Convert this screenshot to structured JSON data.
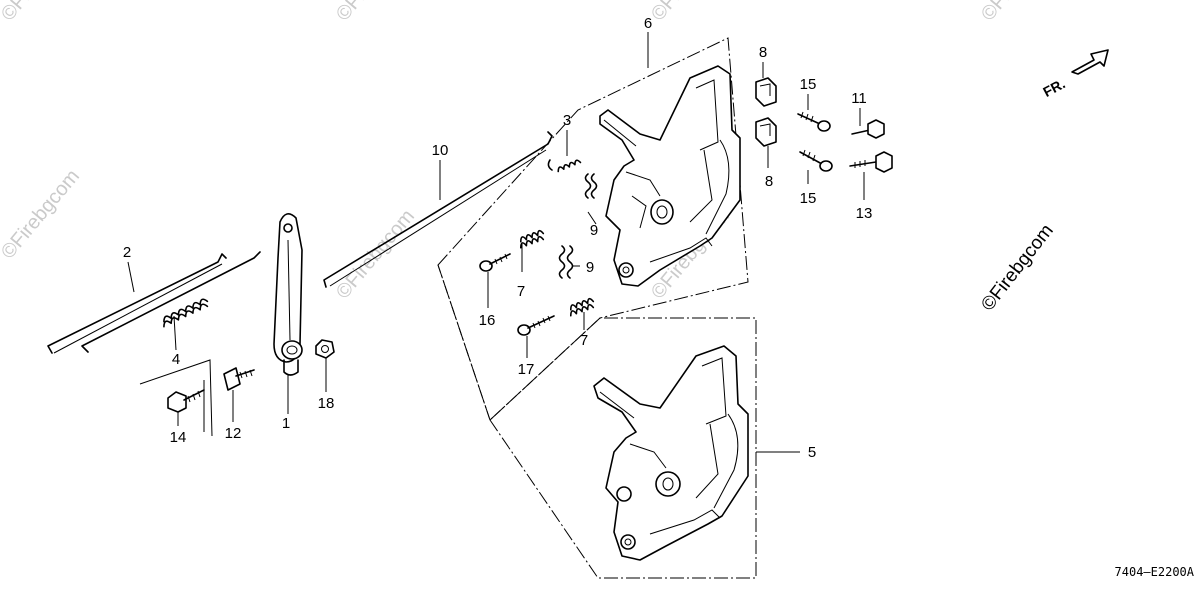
{
  "figure": {
    "callouts": [
      "1",
      "2",
      "3",
      "4",
      "5",
      "6",
      "7",
      "7",
      "8",
      "8",
      "9",
      "9",
      "10",
      "11",
      "12",
      "13",
      "14",
      "15",
      "15",
      "16",
      "17",
      "18"
    ],
    "direction_label": "FR.",
    "diagram_code": "7404–E2200A",
    "watermark": "©Firebgcom"
  }
}
